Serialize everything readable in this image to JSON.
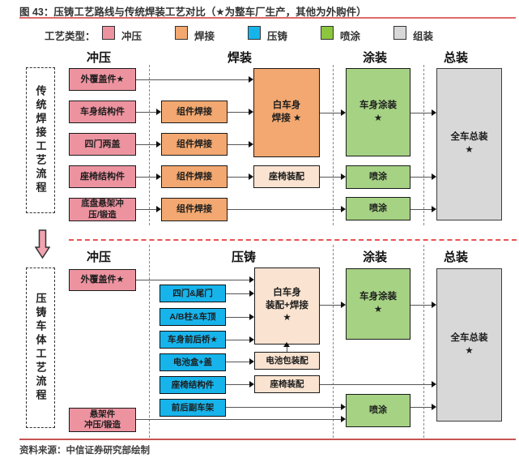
{
  "title": "图 43：压铸工艺路线与传统焊装工艺对比（★为整车厂生产，其他为外购件）",
  "source": "资料来源：中信证券研究部绘制",
  "legend": {
    "label": "工艺类型：",
    "items": [
      {
        "label": "冲压",
        "color": "#ed93a0"
      },
      {
        "label": "焊接",
        "color": "#f2a870"
      },
      {
        "label": "压铸",
        "color": "#17b4ec"
      },
      {
        "label": "喷涂",
        "color": "#8cc63f"
      },
      {
        "label": "组装",
        "color": "#d8d8d8"
      }
    ]
  },
  "upper": {
    "flow_label": "传统焊接工艺流程",
    "headers": [
      "冲压",
      "焊装",
      "涂装",
      "总装"
    ],
    "stamping": [
      "外覆盖件★",
      "车身结构件",
      "四门两盖",
      "座椅结构件",
      "底盘悬架冲\n压/锻造"
    ],
    "component_weld": "组件焊接",
    "body_weld": "白车身\n焊接 ★",
    "seat_assembly": "座椅装配",
    "body_paint": "车身涂装\n★",
    "spray": "喷涂",
    "final_assembly": "全车总装\n★"
  },
  "lower": {
    "flow_label": "压铸车体工艺流程",
    "headers": [
      "冲压",
      "压铸",
      "涂装",
      "总装"
    ],
    "stamping": [
      "外覆盖件★",
      "悬架件\n冲压/锻造"
    ],
    "die_cast": [
      "四门&尾门",
      "A/B柱&车顶",
      "车身前后桥★",
      "电池盒+盖",
      "座椅结构件",
      "前后副车架"
    ],
    "body_assembly": "白车身\n装配+焊接\n★",
    "battery_assembly": "电池包装配",
    "seat_assembly": "座椅装配",
    "body_paint": "车身涂装\n★",
    "spray": "喷涂",
    "final_assembly": "全车总装\n★"
  }
}
